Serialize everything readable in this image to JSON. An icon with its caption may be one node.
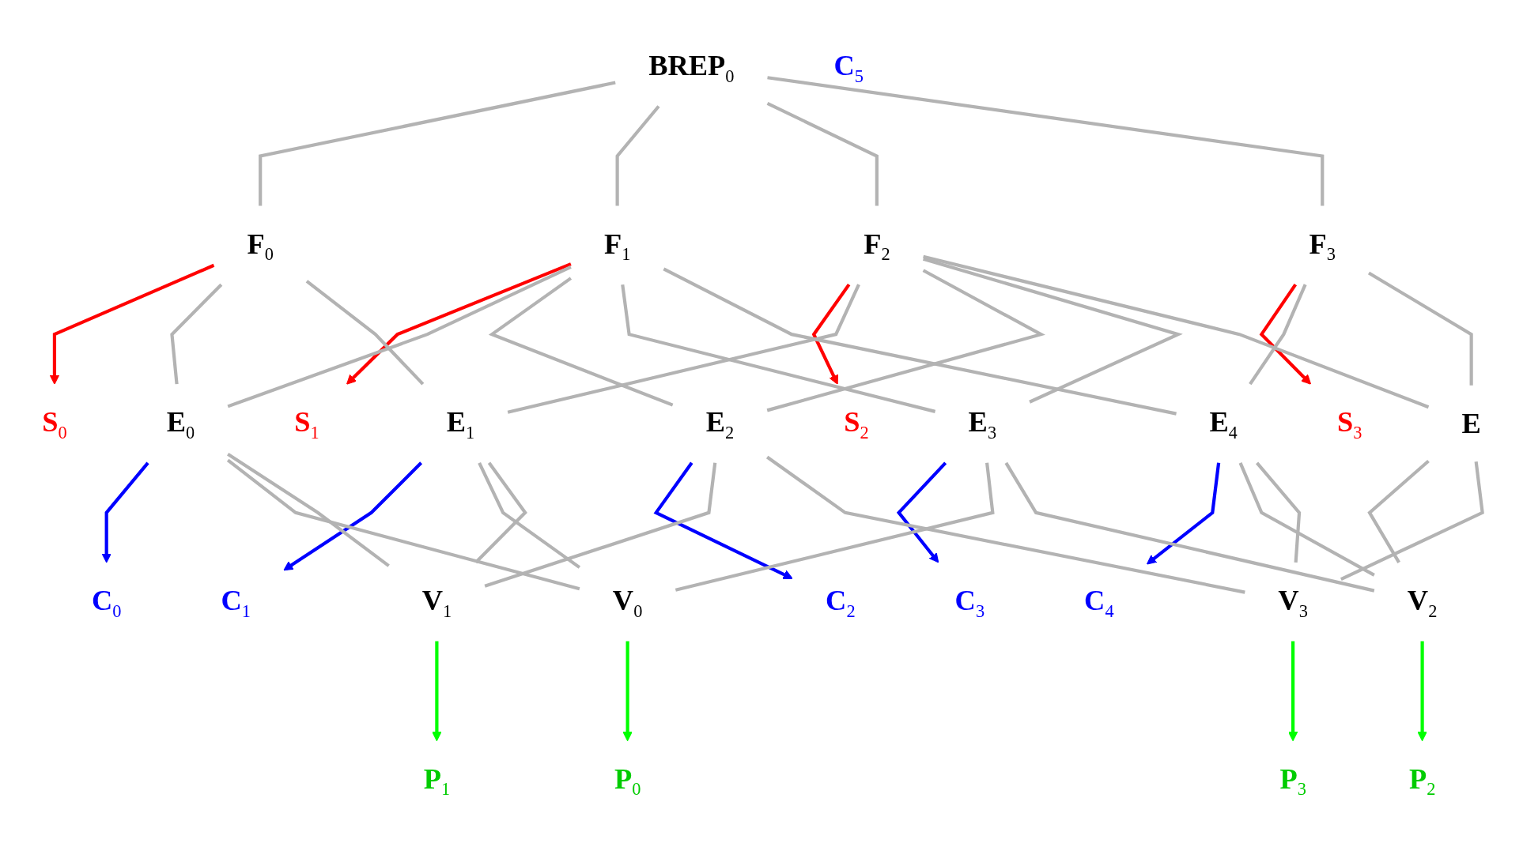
{
  "diagram": {
    "nodes": [
      {
        "text": [
          "BREP$_{0}$"
        ]
      },
      {
        "text": [
          "S$_{0}$"
        ]
      },
      {
        "text": [
          "F$_{0}$"
        ]
      },
      {
        "text": [
          "S$_{1}$"
        ]
      },
      {
        "text": [
          "F$_{1}$"
        ]
      },
      {
        "text": [
          "S$_{2}$"
        ]
      },
      {
        "text": [
          "F$_{2}$"
        ]
      },
      {
        "text": [
          "S$_{3}$"
        ]
      },
      {
        "text": [
          "F$_{3}$"
        ]
      },
      {
        "text": [
          "C$_{0}$"
        ]
      },
      {
        "text": [
          "E$_{0}$"
        ]
      },
      {
        "text": [
          "C$_{1}$"
        ]
      },
      {
        "text": [
          "E$_{1}$"
        ]
      },
      {
        "text": [
          "C$_{2}$"
        ]
      },
      {
        "text": [
          "E$_{2}$"
        ]
      },
      {
        "text": [
          "C$_{3}$"
        ]
      },
      {
        "text": [
          "E$_{3}$"
        ]
      },
      {
        "text": [
          "C$_{4}$"
        ]
      },
      {
        "text": [
          "E$_{4}$"
        ]
      },
      {
        "text": [
          "C$_{5}$"
        ]
      },
      {
        "text": [
          "E"
        ]
      },
      {
        "text": [
          "P$_{0}$"
        ]
      },
      {
        "text": [
          "V$_{0}$"
        ]
      },
      {
        "text": [
          "P$_{1}$"
        ]
      },
      {
        "text": [
          "V$_{1}$"
        ]
      },
      {
        "text": [
          "P$_{2}$"
        ]
      },
      {
        "text": [
          "V$_{2}$"
        ]
      },
      {
        "text": [
          "P$_{3}$"
        ]
      },
      {
        "text": [
          "V$_{3}$"
        ]
      }
    ],
    "edges": [
      {
        "from": 0,
        "to": 2,
        "arrow": "none"
      },
      {
        "from": 0,
        "to": 4,
        "arrow": "none"
      },
      {
        "from": 0,
        "to": 6,
        "arrow": "none"
      },
      {
        "from": 0,
        "to": 8,
        "arrow": "none"
      },
      {
        "from": 2,
        "to": 1,
        "arrow": "to",
        "color": "#ff0000"
      },
      {
        "from": 4,
        "to": 3,
        "arrow": "to",
        "color": "#ff0000"
      },
      {
        "from": 6,
        "to": 5,
        "arrow": "to",
        "color": "#ff0000"
      },
      {
        "from": 8,
        "to": 7,
        "arrow": "to",
        "color": "#ff0000"
      },
      {
        "from": 2,
        "to": 10,
        "arrow": "none"
      },
      {
        "from": 2,
        "to": 12,
        "arrow": "none"
      },
      {
        "from": 4,
        "to": 10,
        "arrow": "none"
      },
      {
        "from": 4,
        "to": 14,
        "arrow": "none"
      },
      {
        "from": 4,
        "to": 16,
        "arrow": "none"
      },
      {
        "from": 4,
        "to": 18,
        "arrow": "none"
      },
      {
        "from": 6,
        "to": 12,
        "arrow": "none"
      },
      {
        "from": 6,
        "to": 14,
        "arrow": "none"
      },
      {
        "from": 6,
        "to": 16,
        "arrow": "none"
      },
      {
        "from": 6,
        "to": 20,
        "arrow": "none"
      },
      {
        "from": 8,
        "to": 18,
        "arrow": "none"
      },
      {
        "from": 8,
        "to": 20,
        "arrow": "none"
      },
      {
        "from": 10,
        "to": 9,
        "arrow": "to",
        "color": "#0000ff"
      },
      {
        "from": 12,
        "to": 11,
        "arrow": "to",
        "color": "#0000ff"
      },
      {
        "from": 14,
        "to": 13,
        "arrow": "to",
        "color": "#0000ff"
      },
      {
        "from": 16,
        "to": 15,
        "arrow": "to",
        "color": "#0000ff"
      },
      {
        "from": 18,
        "to": 17,
        "arrow": "to",
        "color": "#0000ff"
      },
      {
        "from": 10,
        "to": 22,
        "arrow": "none"
      },
      {
        "from": 10,
        "to": 24,
        "arrow": "none"
      },
      {
        "from": 12,
        "to": 22,
        "arrow": "none"
      },
      {
        "from": 12,
        "to": 24,
        "arrow": "none"
      },
      {
        "from": 14,
        "to": 24,
        "arrow": "none"
      },
      {
        "from": 14,
        "to": 28,
        "arrow": "none"
      },
      {
        "from": 16,
        "to": 22,
        "arrow": "none"
      },
      {
        "from": 16,
        "to": 26,
        "arrow": "none"
      },
      {
        "from": 18,
        "to": 26,
        "arrow": "none"
      },
      {
        "from": 18,
        "to": 28,
        "arrow": "none"
      },
      {
        "from": 20,
        "to": 26,
        "arrow": "none"
      },
      {
        "from": 20,
        "to": 28,
        "arrow": "none"
      },
      {
        "from": 22,
        "to": 21,
        "arrow": "to",
        "color": "#00ff00"
      },
      {
        "from": 24,
        "to": 23,
        "arrow": "to",
        "color": "#00ff00"
      },
      {
        "from": 26,
        "to": 25,
        "arrow": "to",
        "color": "#00ff00"
      },
      {
        "from": 28,
        "to": 27,
        "arrow": "to",
        "color": "#00ff00"
      }
    ]
  }
}
